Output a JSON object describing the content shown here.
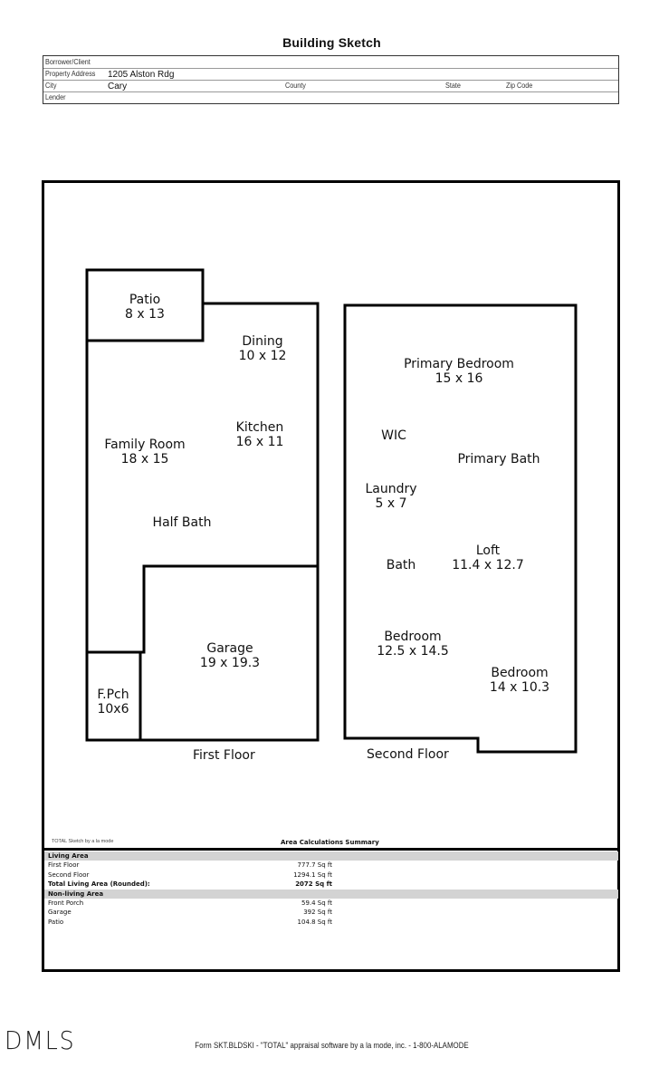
{
  "document": {
    "title": "Building Sketch"
  },
  "header": {
    "borrower_label": "Borrower/Client",
    "borrower_value": "",
    "address_label": "Property Address",
    "address_value": "1205 Alston Rdg",
    "city_label": "City",
    "city_value": "Cary",
    "county_label": "County",
    "county_value": "",
    "state_label": "State",
    "state_value": "",
    "zip_label": "Zip Code",
    "zip_value": "",
    "lender_label": "Lender",
    "lender_value": ""
  },
  "sketch": {
    "first_floor": {
      "label": "First Floor",
      "rooms": [
        {
          "name": "Patio",
          "dims": "8 x 13"
        },
        {
          "name": "Dining",
          "dims": "10 x 12"
        },
        {
          "name": "Kitchen",
          "dims": "16 x 11"
        },
        {
          "name": "Family Room",
          "dims": "18 x 15"
        },
        {
          "name": "Half Bath",
          "dims": ""
        },
        {
          "name": "Garage",
          "dims": "19 x 19.3"
        },
        {
          "name": "F.Pch",
          "dims": "10x6"
        }
      ]
    },
    "second_floor": {
      "label": "Second Floor",
      "rooms": [
        {
          "name": "Primary Bedroom",
          "dims": "15 x 16"
        },
        {
          "name": "WIC",
          "dims": ""
        },
        {
          "name": "Primary Bath",
          "dims": ""
        },
        {
          "name": "Laundry",
          "dims": "5 x 7"
        },
        {
          "name": "Bath",
          "dims": ""
        },
        {
          "name": "Loft",
          "dims": "11.4 x 12.7"
        },
        {
          "name": "Bedroom",
          "dims": "12.5 x 14.5"
        },
        {
          "name": "Bedroom",
          "dims": "14 x 10.3"
        }
      ]
    }
  },
  "summary": {
    "credit": "TOTAL Sketch by a la mode",
    "title": "Area Calculations Summary",
    "living_header": "Living Area",
    "living_rows": [
      {
        "label": "First Floor",
        "value": "777.7 Sq ft"
      },
      {
        "label": "Second Floor",
        "value": "1294.1 Sq ft"
      }
    ],
    "total_label": "Total Living Area (Rounded):",
    "total_value": "2072 Sq ft",
    "nonliving_header": "Non-living Area",
    "nonliving_rows": [
      {
        "label": "Front Porch",
        "value": "59.4 Sq ft"
      },
      {
        "label": "Garage",
        "value": "392 Sq ft"
      },
      {
        "label": "Patio",
        "value": "104.8 Sq ft"
      }
    ]
  },
  "footer": {
    "logo": "DMLS",
    "form_text": "Form SKT.BLDSKI - \"TOTAL\" appraisal software by a la mode, inc. - 1-800-ALAMODE"
  },
  "colors": {
    "line": "#000000",
    "section_bg": "#d3d3d3"
  }
}
